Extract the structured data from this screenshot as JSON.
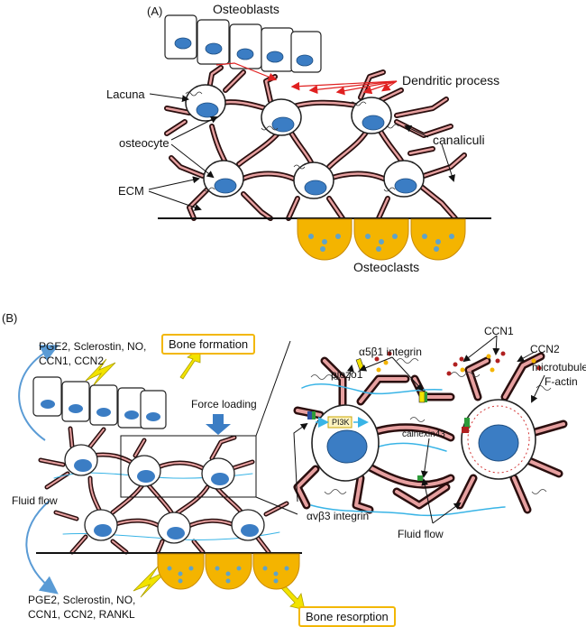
{
  "panel_a": {
    "tag": "(A)",
    "osteoblasts": "Osteoblasts",
    "dendritic_process": "Dendritic process",
    "lacuna": "Lacuna",
    "osteocyte": "osteocyte",
    "canaliculi": "canaliculi",
    "ecm": "ECM",
    "osteoclasts": "Osteoclasts"
  },
  "panel_b": {
    "tag": "(B)",
    "signals_top": [
      "PGE2, Sclerostin, NO,",
      "CCN1, CCN2"
    ],
    "bone_formation": "Bone formation",
    "force_loading": "Force loading",
    "fluid_flow_left": "Fluid flow",
    "signals_bottom": [
      "PGE2, Sclerostin, NO,",
      "CCN1, CCN2, RANKL"
    ],
    "bone_resorption": "Bone resorption",
    "a5b1": "α5β1 integrin",
    "ccn1": "CCN1",
    "ccn2": "CCN2",
    "piezo1": "piezo1",
    "microtubule": "microtubule",
    "factin": "F-actin",
    "pi3k": "PI3K",
    "calnexin": "calnexin43",
    "avb3": "αvβ3 integrin",
    "fluid_flow_right": "Fluid flow"
  },
  "colors": {
    "nucleus": "#3b7dc4",
    "dendrite_outer": "#2a0e0e",
    "dendrite_inner": "#e7a0a0",
    "osteoclast": "#f4b400",
    "fluid": "#39b4e6",
    "arrow_red": "#e02020",
    "arrow_blue": "#5a9bd5",
    "arrow_yellow": "#f2e300"
  }
}
